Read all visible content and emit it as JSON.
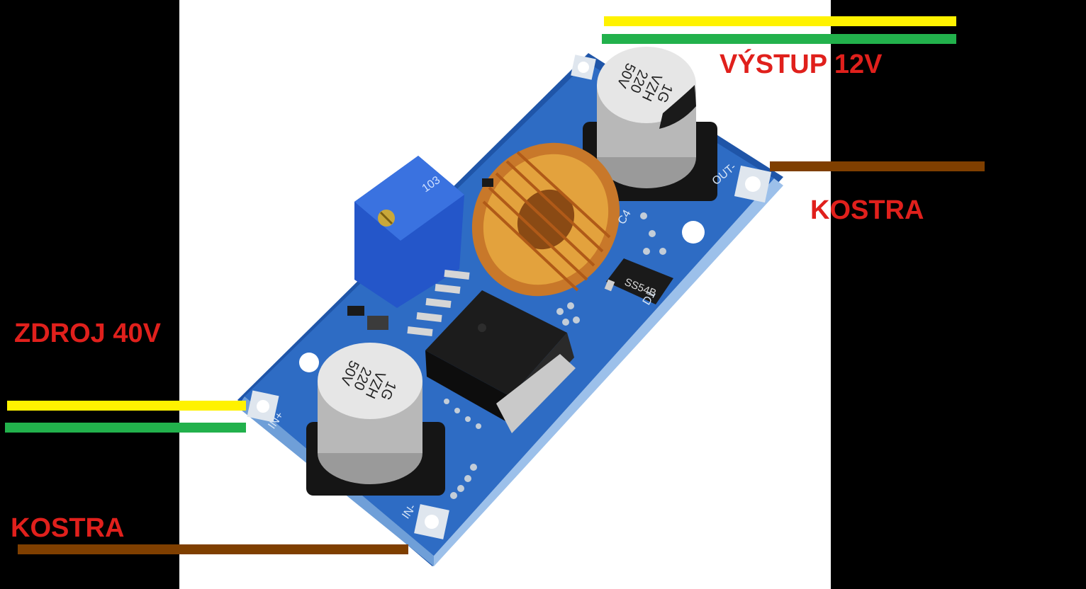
{
  "labels": {
    "output": "VÝSTUP 12V",
    "output_ground": "KOSTRA",
    "input": "ZDROJ 40V",
    "input_ground": "KOSTRA"
  },
  "board": {
    "cap_top_line1": "1G",
    "cap_top_line2": "VZH",
    "cap_top_line3": "220",
    "cap_top_line4": "50V",
    "cap_bottom_line1": "1G",
    "cap_bottom_line2": "VZH",
    "cap_bottom_line3": "220",
    "cap_bottom_line4": "50V",
    "pad_out_minus": "OUT-",
    "pad_in_plus": "IN+",
    "pad_in_minus": "IN-",
    "silk_c4": "C4",
    "silk_d1": "D1",
    "diode_marking": "SS54B",
    "trimmer_marking": "103"
  },
  "colors": {
    "background": "#000000",
    "photo_background": "#ffffff",
    "label_text": "#e0201c",
    "wire_positive": "#fff200",
    "wire_negative_green": "#22b14c",
    "wire_ground": "#7f3f00",
    "pcb": "#2a64b8",
    "pcb_dark": "#1c4b94"
  }
}
